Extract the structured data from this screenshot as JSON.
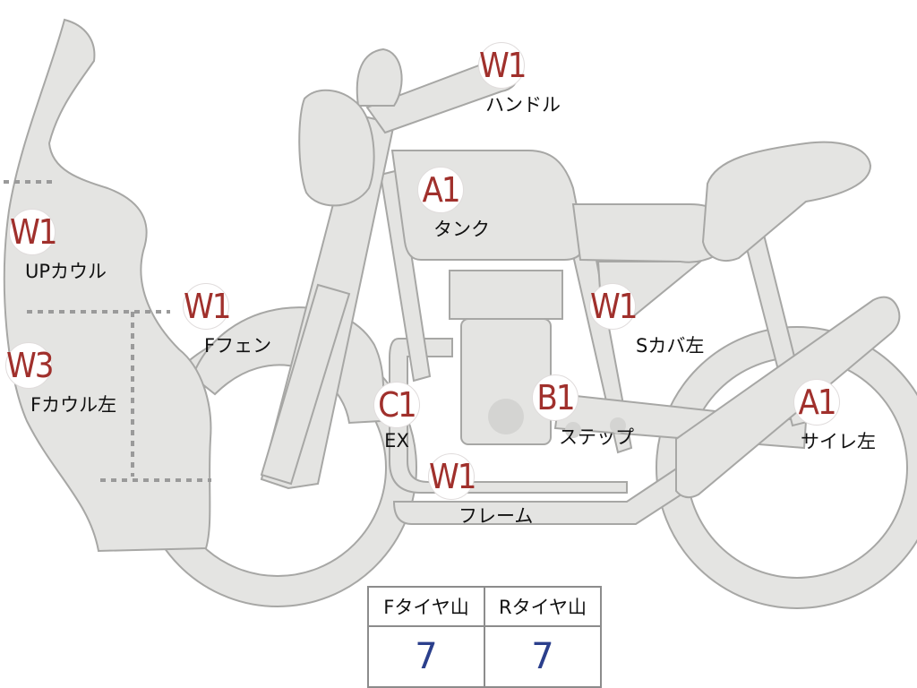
{
  "markers": {
    "handle": {
      "code": "W1",
      "label": "ハンドル"
    },
    "tank": {
      "code": "A1",
      "label": "タンク"
    },
    "up_cowl": {
      "code": "W1",
      "label": "UPカウル"
    },
    "f_cowl_left": {
      "code": "W3",
      "label": "Fカウル左"
    },
    "f_fender": {
      "code": "W1",
      "label": "Fフェン"
    },
    "s_cover_left": {
      "code": "W1",
      "label": "Sカバ左"
    },
    "ex": {
      "code": "C1",
      "label": "EX"
    },
    "step": {
      "code": "B1",
      "label": "ステップ"
    },
    "frame": {
      "code": "W1",
      "label": "フレーム"
    },
    "silencer_left": {
      "code": "A1",
      "label": "サイレ左"
    }
  },
  "tires": {
    "front_label": "Fタイヤ山",
    "rear_label": "Rタイヤ山",
    "front_value": "7",
    "rear_value": "7"
  },
  "colors": {
    "code_text": "#a0302c",
    "tire_value_text": "#2b3f8c",
    "part_fill": "#e4e4e2",
    "part_outline": "#a7a7a5"
  }
}
